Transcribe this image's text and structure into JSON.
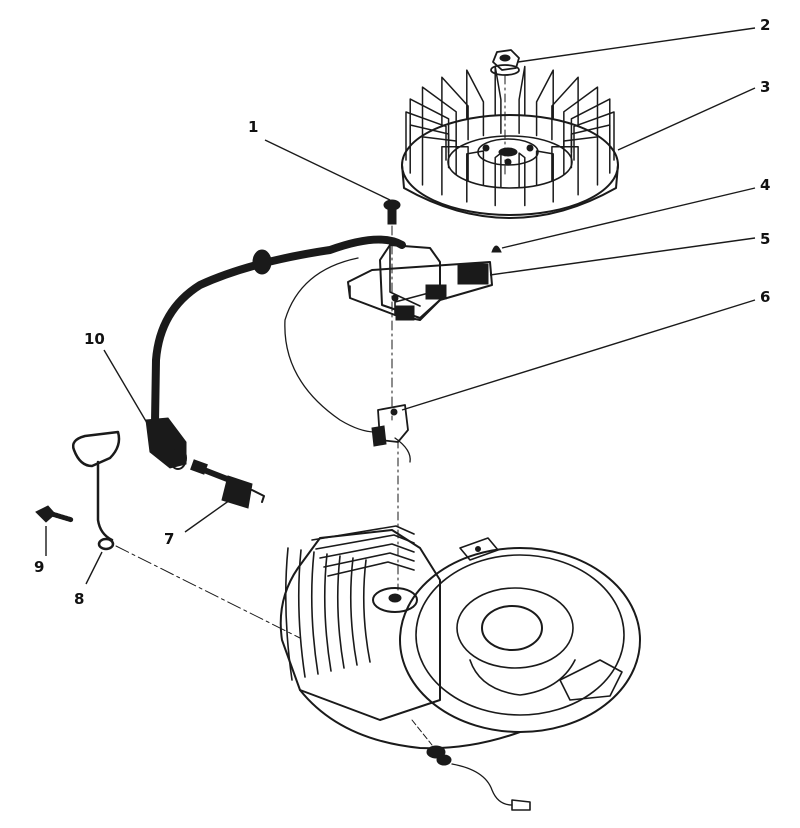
{
  "callouts": {
    "c1": "1",
    "c2": "2",
    "c3": "3",
    "c4": "4",
    "c5": "5",
    "c6": "6",
    "c7": "7",
    "c8": "8",
    "c9": "9",
    "c10": "10"
  },
  "colors": {
    "ink": "#1a1a1a",
    "background": "#ffffff"
  }
}
